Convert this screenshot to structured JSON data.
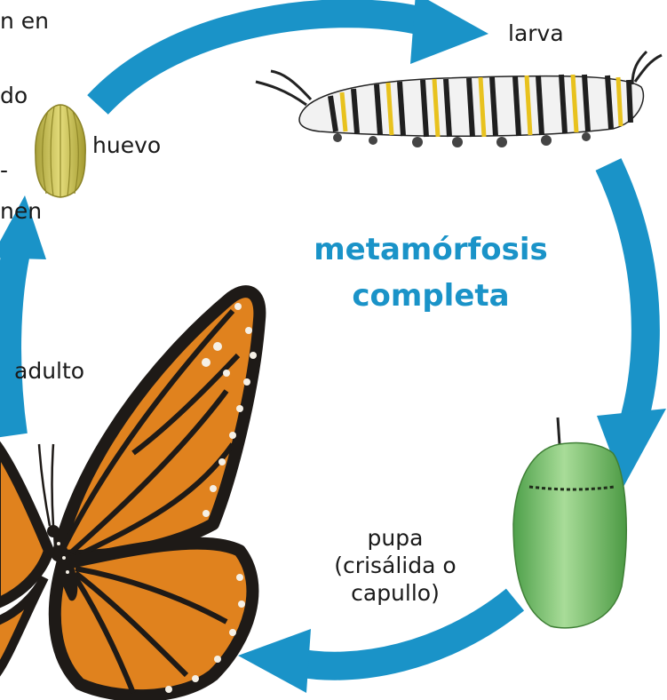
{
  "title_line1": "metamórfosis",
  "title_line2": "completa",
  "stages": {
    "egg": "huevo",
    "larva": "larva",
    "pupa_line1": "pupa",
    "pupa_line2": "(crisálida o",
    "pupa_line3": "capullo)",
    "adult": "adulto"
  },
  "cut_text": {
    "line1": "n en",
    "line2": "do",
    "line3": "-",
    "line4": "nen"
  },
  "colors": {
    "arrow": "#1a93c8",
    "title": "#1a93c8",
    "egg": "#d8cf5a",
    "larva_stripe_dark": "#1f1f1f",
    "larva_stripe_yellow": "#e8c21e",
    "pupa": "#7dc46a",
    "butterfly_orange": "#e0821e",
    "butterfly_dark": "#1e1a17"
  },
  "icons": [
    "egg-illustration",
    "caterpillar-illustration",
    "chrysalis-illustration",
    "monarch-butterfly-illustration"
  ]
}
